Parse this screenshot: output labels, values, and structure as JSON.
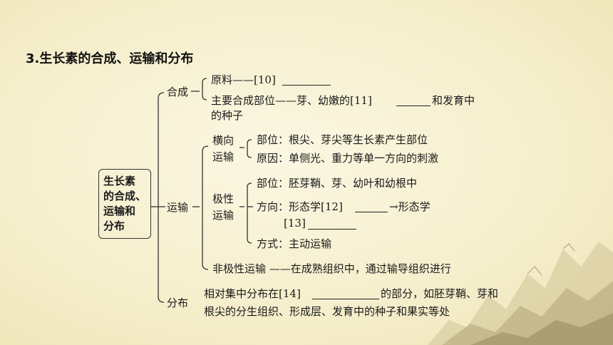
{
  "heading": "3.生长素的合成、运输和分布",
  "root": {
    "lines": [
      "生长素",
      "的合成、",
      "运输和",
      "分布"
    ]
  },
  "synthesis": {
    "label": "合成",
    "raw_material": "原料——[10]",
    "main_site_a": "主要合成部位——芽、幼嫩的[11]",
    "main_site_b": "和发育中",
    "main_site_c": "的种子"
  },
  "transport": {
    "label": "运输",
    "lateral": {
      "label_a": "横向",
      "label_b": "运输",
      "site": "部位：根尖、芽尖等生长素产生部位",
      "cause": "原因：单侧光、重力等单一方向的刺激"
    },
    "polar": {
      "label_a": "极性",
      "label_b": "运输",
      "site": "部位：胚芽鞘、芽、幼叶和幼根中",
      "direction_a": "方向：形态学[12]",
      "direction_arrow": "→形态学",
      "direction_b": "[13]",
      "mode": "方式：主动运输"
    },
    "nonpolar": "非极性运输 ——在成熟组织中，通过输导组织进行"
  },
  "distribution": {
    "label": "分布",
    "text_a": "相对集中分布在[14]",
    "text_b": "的部分，如胚芽鞘、芽和",
    "text_c": "根尖的分生组织、形成层、发育中的种子和果实等处"
  }
}
